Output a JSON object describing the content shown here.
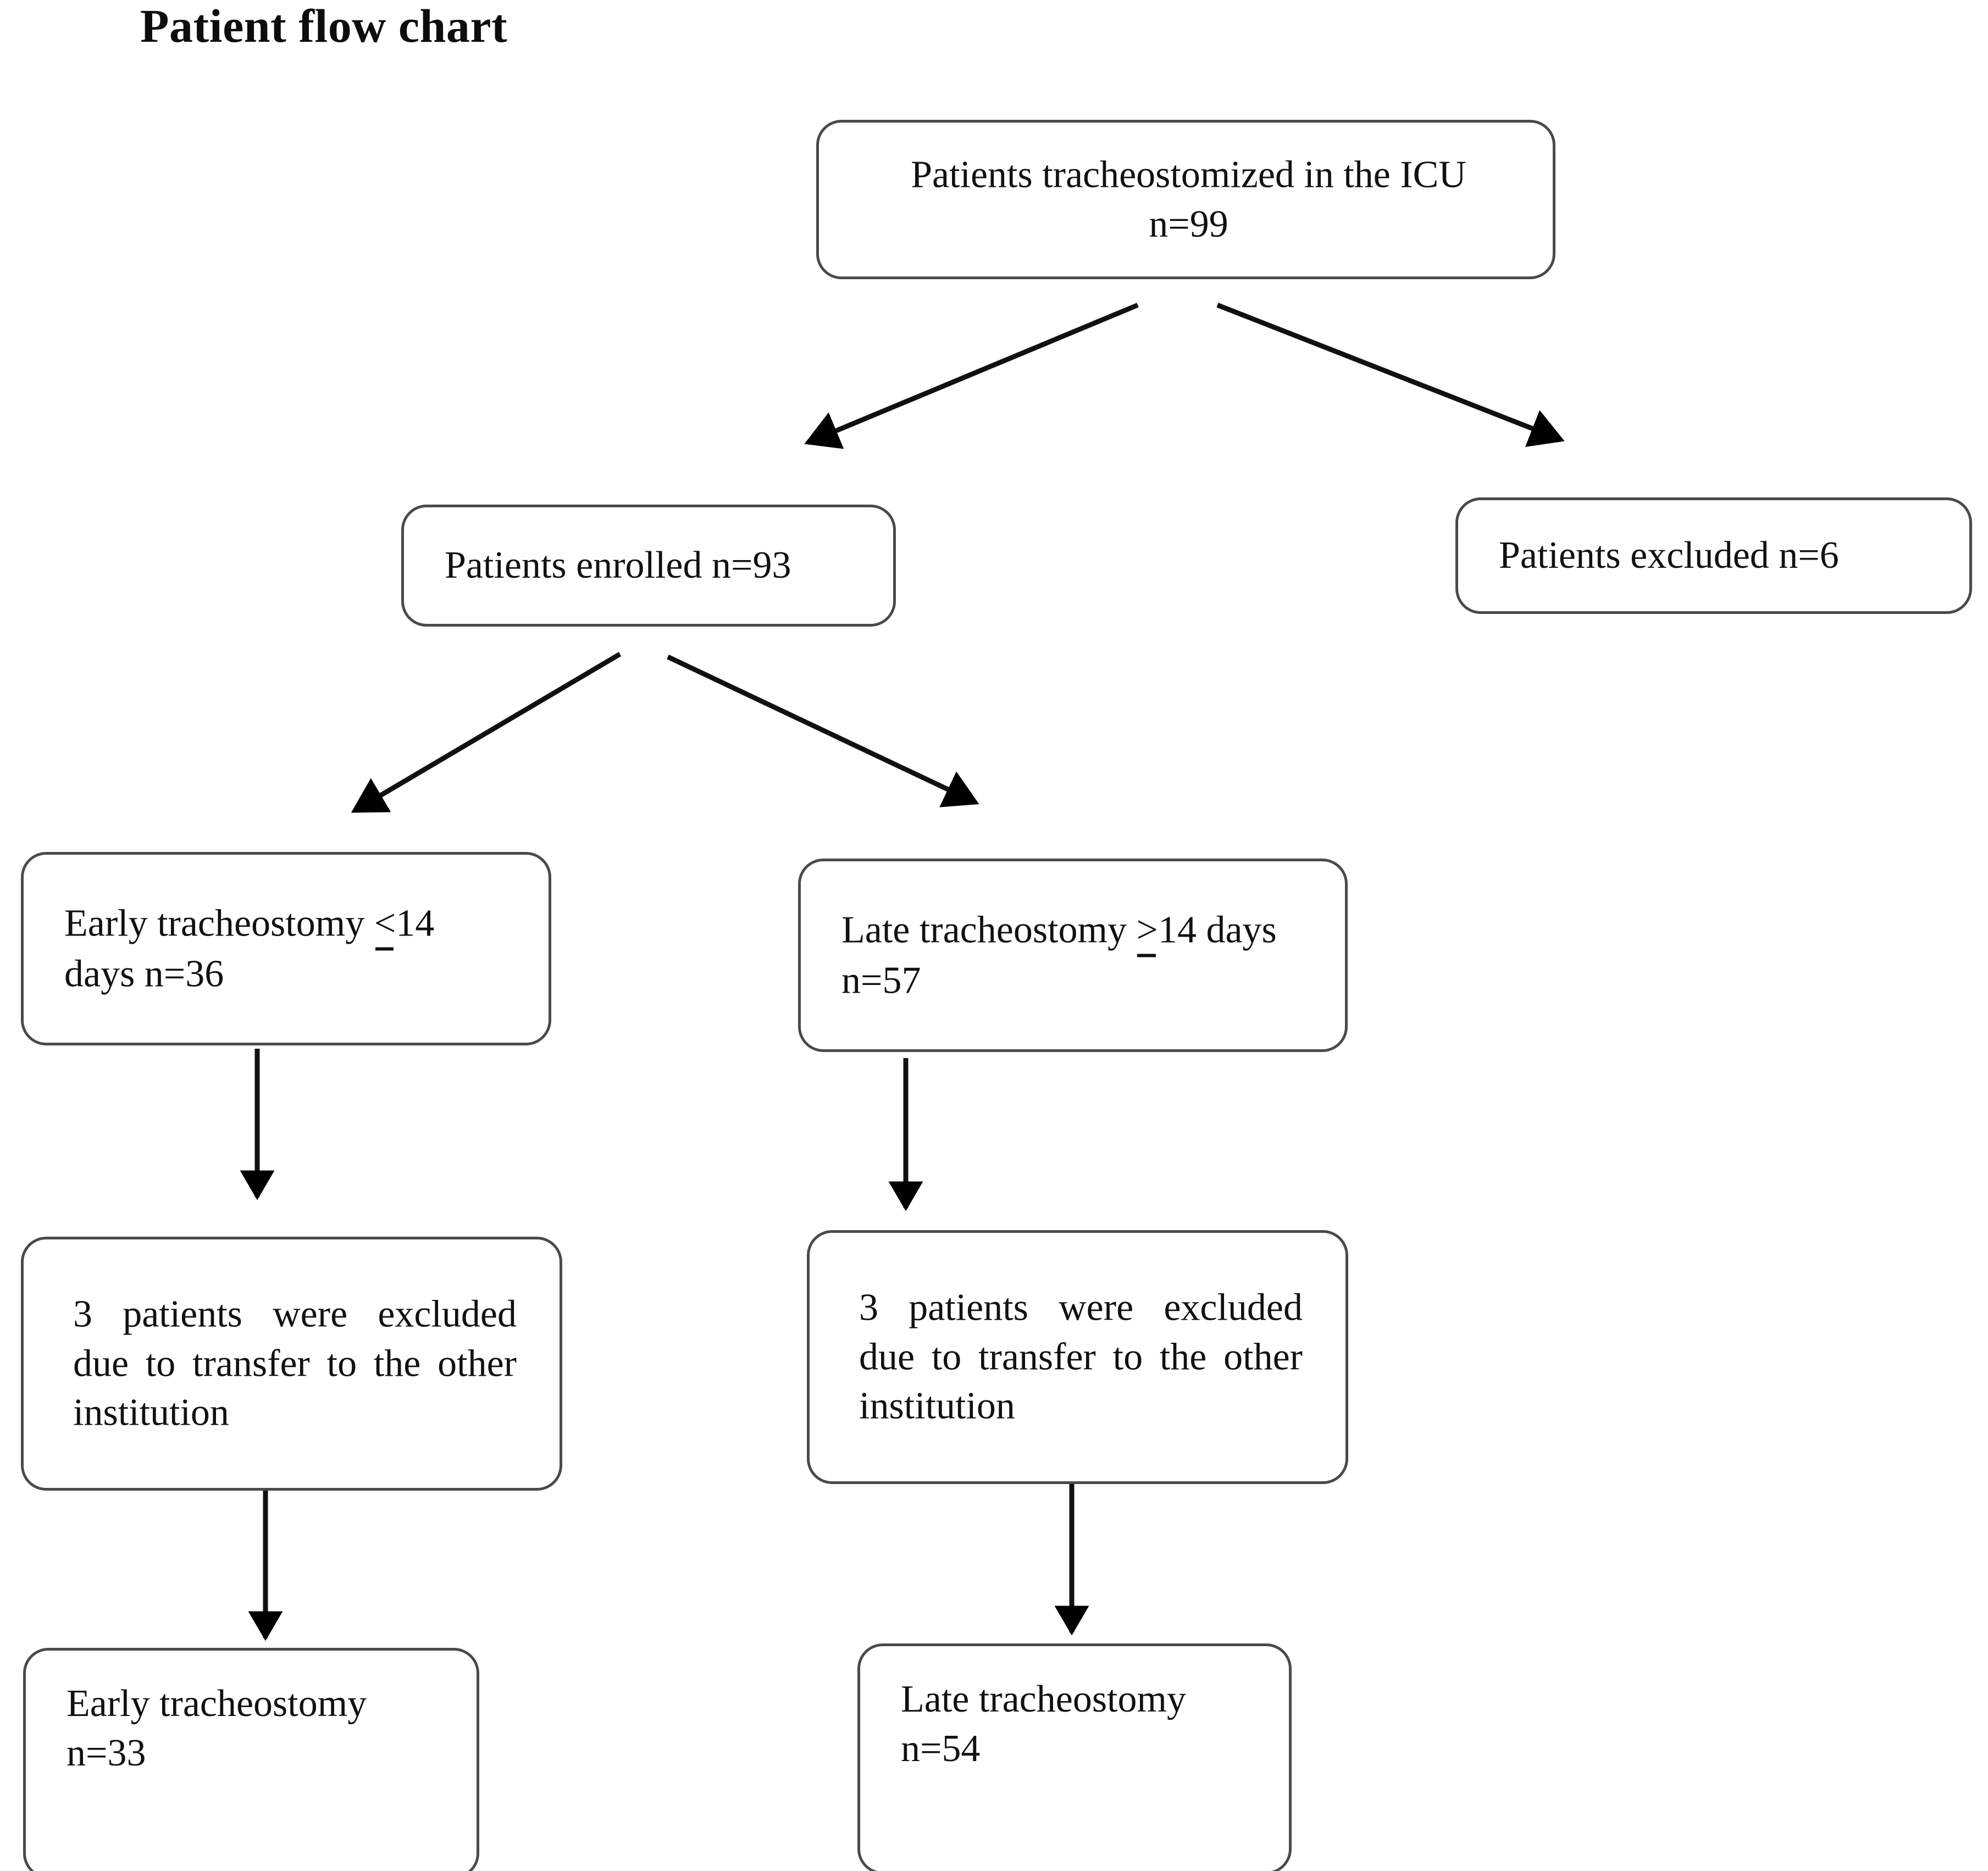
{
  "title": "Patient flow chart",
  "nodes": {
    "root": {
      "line1": "Patients tracheostomized in the ICU",
      "line2": "n=99"
    },
    "enrolled": {
      "label": "Patients enrolled n=93"
    },
    "excluded": {
      "label": "Patients excluded n=6"
    },
    "early_group": {
      "prefix": "Early tracheostomy ",
      "operator": "<",
      "suffix": "14 days n=36"
    },
    "late_group": {
      "prefix": "Late tracheostomy ",
      "operator": ">",
      "suffix": "14 days n=57"
    },
    "early_excluded": {
      "text": "3 patients were excluded due to transfer to the other institution"
    },
    "late_excluded": {
      "text": "3 patients were excluded due to transfer to the other institution"
    },
    "early_final": {
      "line1": "Early tracheostomy",
      "line2": "n=33"
    },
    "late_final": {
      "line1": "Late tracheostomy",
      "line2": "n=54"
    }
  },
  "chart_data": {
    "type": "diagram",
    "title": "Patient flow chart",
    "diagram_kind": "patient-flow-consort",
    "boxes": [
      {
        "id": "root",
        "text": "Patients tracheostomized in the ICU n=99",
        "n": 99
      },
      {
        "id": "enrolled",
        "text": "Patients enrolled n=93",
        "n": 93
      },
      {
        "id": "excluded",
        "text": "Patients excluded n=6",
        "n": 6
      },
      {
        "id": "early_group",
        "text": "Early tracheostomy ≤14 days n=36",
        "n": 36
      },
      {
        "id": "late_group",
        "text": "Late tracheostomy ≥14 days n=57",
        "n": 57
      },
      {
        "id": "early_excluded",
        "text": "3 patients were excluded due to transfer to the other institution",
        "n": 3
      },
      {
        "id": "late_excluded",
        "text": "3 patients were excluded due to transfer to the other institution",
        "n": 3
      },
      {
        "id": "early_final",
        "text": "Early tracheostomy n=33",
        "n": 33
      },
      {
        "id": "late_final",
        "text": "Late tracheostomy n=54",
        "n": 54
      }
    ],
    "edges": [
      {
        "from": "root",
        "to": "enrolled",
        "style": "diagonal-arrow"
      },
      {
        "from": "root",
        "to": "excluded",
        "style": "diagonal-arrow"
      },
      {
        "from": "enrolled",
        "to": "early_group",
        "style": "diagonal-arrow"
      },
      {
        "from": "enrolled",
        "to": "late_group",
        "style": "diagonal-arrow"
      },
      {
        "from": "early_group",
        "to": "early_excluded",
        "style": "vertical-arrow"
      },
      {
        "from": "late_group",
        "to": "late_excluded",
        "style": "vertical-arrow"
      },
      {
        "from": "early_excluded",
        "to": "early_final",
        "style": "vertical-arrow"
      },
      {
        "from": "late_excluded",
        "to": "late_final",
        "style": "vertical-arrow"
      }
    ],
    "colors": {
      "box_border": "#4a4a4a",
      "text": "#111111",
      "background": "#ffffff",
      "arrow": "#000000"
    }
  }
}
